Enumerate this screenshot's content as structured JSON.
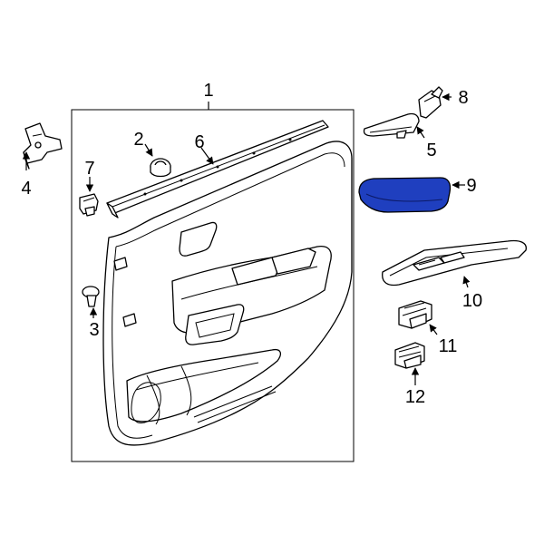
{
  "labels": {
    "p1": "1",
    "p2": "2",
    "p3": "3",
    "p4": "4",
    "p5": "5",
    "p6": "6",
    "p7": "7",
    "p8": "8",
    "p9": "9",
    "p10": "10",
    "p11": "11",
    "p12": "12"
  },
  "colors": {
    "highlight": "#1f3fbf",
    "line": "#000000",
    "background": "#ffffff"
  },
  "highlighted_part": "9"
}
